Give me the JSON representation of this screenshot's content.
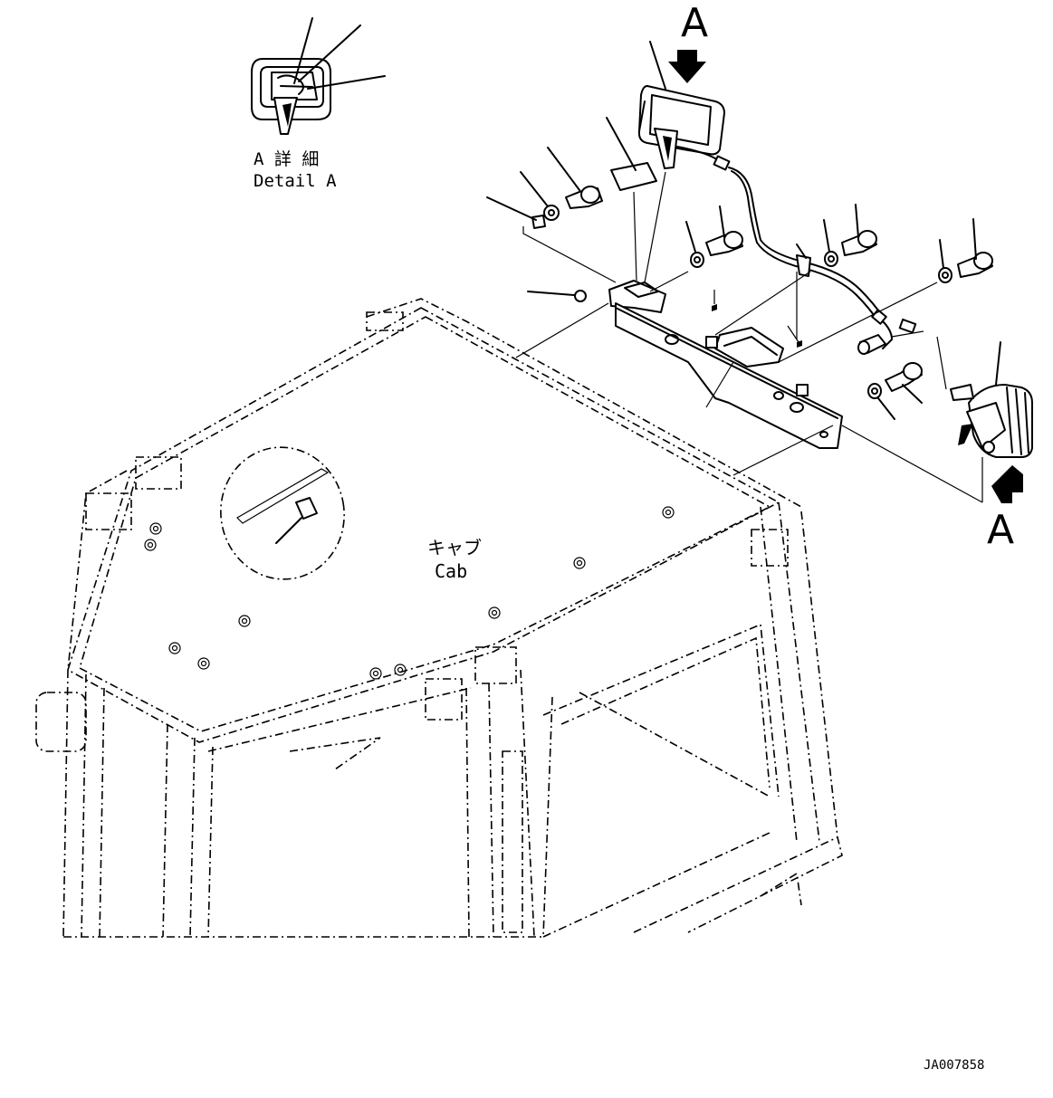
{
  "labels": {
    "detail_jp": "A 詳 細",
    "detail_en": "Detail A",
    "view_marker_top": "A",
    "view_marker_right": "A",
    "cab_jp": "キャブ",
    "cab_en": "Cab",
    "drawing_code": "JA007858"
  },
  "colors": {
    "line": "#000000",
    "background": "#ffffff"
  }
}
